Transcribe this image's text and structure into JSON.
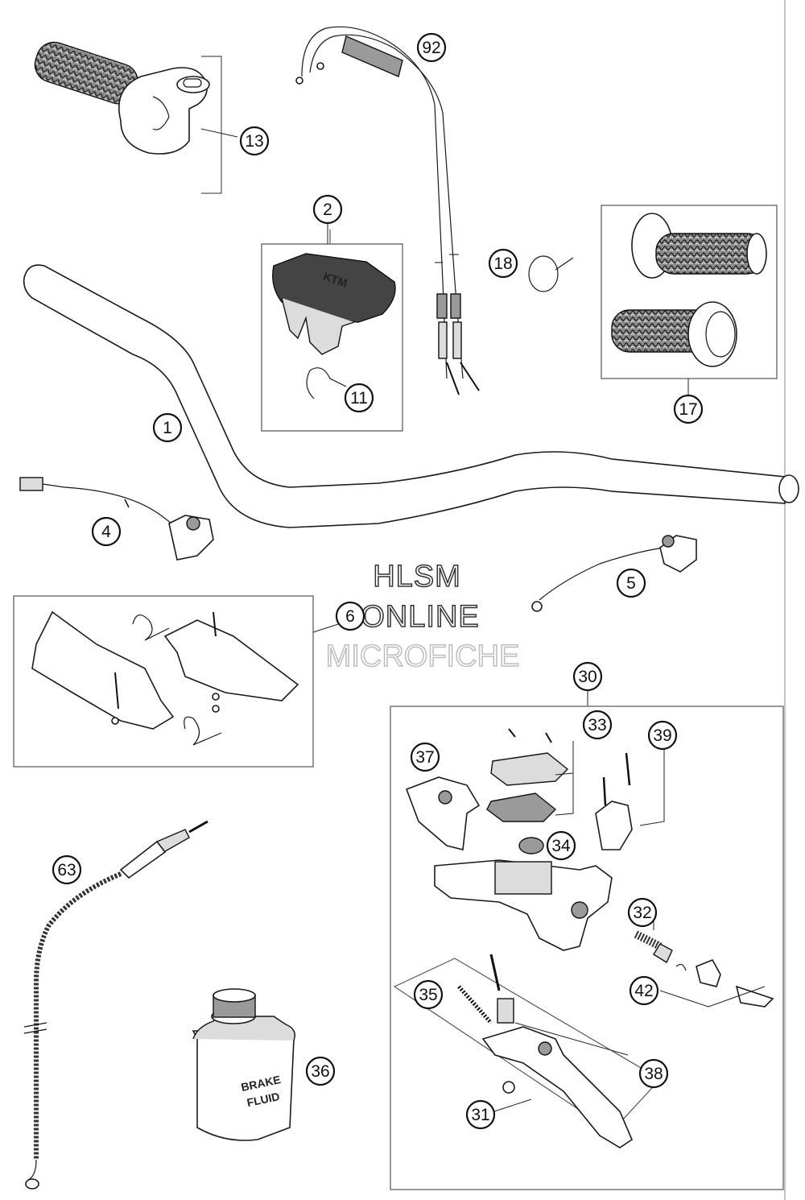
{
  "watermark": {
    "line1": "HLSM",
    "line2": "ONLINE",
    "line3": "MICROFICHE"
  },
  "can_label": {
    "line1": "BRAKE",
    "line2": "FLUID"
  },
  "bar_logo": "KTM",
  "callouts": [
    {
      "id": "c1",
      "label": "1"
    },
    {
      "id": "c2",
      "label": "2"
    },
    {
      "id": "c4",
      "label": "4"
    },
    {
      "id": "c5",
      "label": "5"
    },
    {
      "id": "c6",
      "label": "6"
    },
    {
      "id": "c11",
      "label": "11"
    },
    {
      "id": "c13",
      "label": "13"
    },
    {
      "id": "c17",
      "label": "17"
    },
    {
      "id": "c18",
      "label": "18"
    },
    {
      "id": "c30",
      "label": "30"
    },
    {
      "id": "c31",
      "label": "31"
    },
    {
      "id": "c32",
      "label": "32"
    },
    {
      "id": "c33",
      "label": "33"
    },
    {
      "id": "c34",
      "label": "34"
    },
    {
      "id": "c35",
      "label": "35"
    },
    {
      "id": "c36",
      "label": "36"
    },
    {
      "id": "c37",
      "label": "37"
    },
    {
      "id": "c38",
      "label": "38"
    },
    {
      "id": "c39",
      "label": "39"
    },
    {
      "id": "c42",
      "label": "42"
    },
    {
      "id": "c63",
      "label": "63"
    },
    {
      "id": "c92",
      "label": "92"
    }
  ]
}
